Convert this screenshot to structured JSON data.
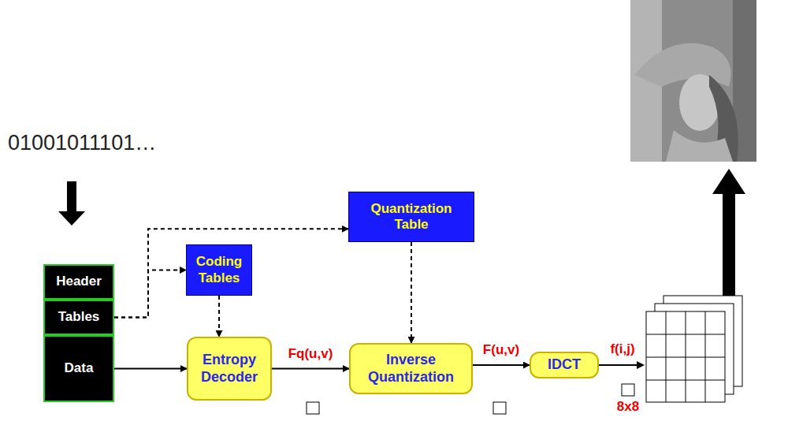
{
  "diagram": {
    "nodes": [
      {
        "text": [
          "Header"
        ]
      },
      {
        "text": [
          "Tables"
        ]
      },
      {
        "text": [
          "Data"
        ]
      },
      {
        "text": [
          "Coding Tables"
        ]
      },
      {
        "text": [
          "Quantization Table"
        ]
      },
      {
        "text": [
          "Entropy Decoder"
        ]
      },
      {
        "text": [
          "Inverse Quantization"
        ]
      },
      {
        "text": [
          "IDCT"
        ]
      }
    ],
    "edges": [
      {
        "from": 1,
        "to": 3,
        "arrow": "to"
      },
      {
        "from": 1,
        "to": 4,
        "arrow": "to"
      },
      {
        "from": 3,
        "to": 5,
        "arrow": "to"
      },
      {
        "from": 4,
        "to": 6,
        "arrow": "to"
      },
      {
        "from": 2,
        "to": 5,
        "arrow": "to"
      },
      {
        "from": 5,
        "to": 6,
        "label": "Fq(u,v)",
        "arrow": "to"
      },
      {
        "from": 6,
        "to": 7,
        "label": "F(u,v)",
        "arrow": "to"
      }
    ],
    "labels": [
      "01001011101…",
      "f(i,j)",
      "8x8"
    ]
  }
}
